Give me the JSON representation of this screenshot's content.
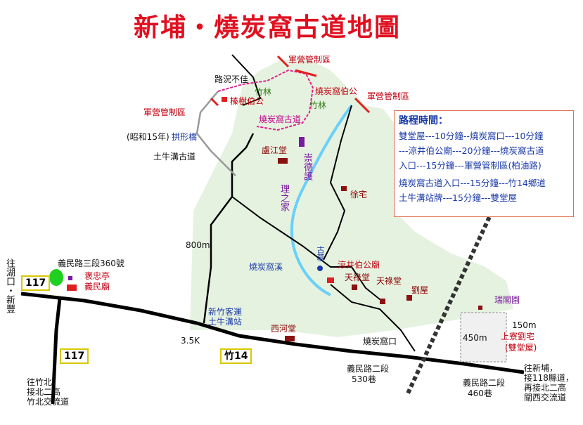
{
  "title": "新埔・燒炭窩古道地圖",
  "info": {
    "heading": "路程時間：",
    "lines": [
      "雙堂屋---10分鐘--燒炭窩口---10分鐘",
      "---涼井伯公廟---20分鐘---燒炭窩古道",
      "入口---15分鐘---軍營管制區(柏油路)",
      "燒炭窩古道入口---15分鐘---竹14鄉道",
      "土牛溝站牌---15分鐘---雙堂屋"
    ]
  },
  "labels": {
    "mil_top": "軍營管制區",
    "mil_right": "軍營管制區",
    "mil_left": "軍營管制區",
    "road_bad": "路況不佳",
    "bamboo1": "竹林",
    "bamboo2": "竹林",
    "shaotan_bogong": "燒炭窩伯公",
    "zhedai_bogong": "榛樹伯公",
    "ancient_trail": "燒炭窩古道",
    "showa": "(昭和15年)",
    "bridge": "拱形橋",
    "tuniu_trail": "土牛溝古道",
    "lujiang": "盧江堂",
    "chongde": "崇德護理之家",
    "xu": "徐宅",
    "m800": "800m",
    "stream": "燒炭窩溪",
    "gumu": "古墓",
    "liangjing": "涼井伯公廟",
    "tianlu1": "天祿堂",
    "tianlu2": "天祿堂",
    "liu": "劉屋",
    "ruige": "瑞閣園",
    "m150": "150m",
    "m450": "450m",
    "shangliao1": "上寮劉宅",
    "shangliao2": "(雙堂屋)",
    "yimin360": "義民路三段360號",
    "baozhong": "褒忠亭",
    "yimin_temple": "義民廟",
    "to_hukou": "往湖口・新豐",
    "hsinchu_bus1": "新竹客運",
    "hsinchu_bus2": "土牛溝站",
    "k35": "3.5K",
    "xihe": "西河堂",
    "kou": "燒炭窩口",
    "lane530a": "義民路二段",
    "lane530b": "530巷",
    "lane460a": "義民路二段",
    "lane460b": "460巷",
    "to_zhubei1": "往竹北，",
    "to_zhubei2": "接北二高",
    "to_zhubei3": "竹北交流道",
    "to_xinpu1": "往新埔，",
    "to_xinpu2": "接118縣道，",
    "to_xinpu3": "再接北二高",
    "to_xinpu4": "關西交流道"
  },
  "route_boxes": {
    "r117a": "117",
    "r117b": "117",
    "zhu14": "竹14"
  },
  "colors": {
    "road": "#000000",
    "trail": "#e0208a",
    "river": "#40c0f0",
    "forest": "#b8ddb0",
    "title": "#e01020"
  }
}
